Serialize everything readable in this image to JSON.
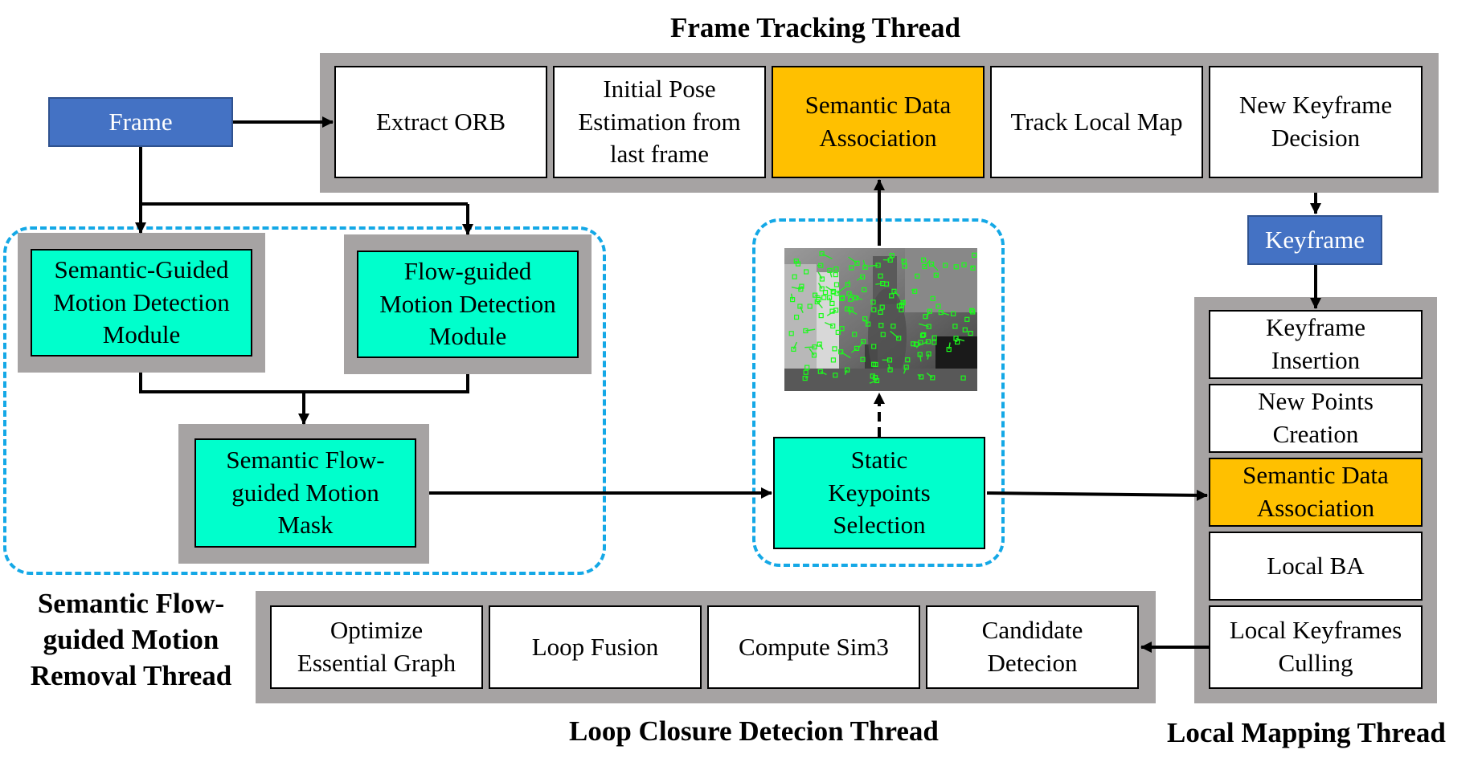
{
  "threads": {
    "frame_tracking": "Frame Tracking Thread",
    "motion_removal": "Semantic Flow-guided Motion Removal Thread",
    "loop_closure": "Loop Closure Detecion Thread",
    "local_mapping": "Local Mapping Thread"
  },
  "nodes": {
    "frame": "Frame",
    "keyframe": "Keyframe",
    "tracking": [
      "Extract ORB",
      "Initial Pose Estimation from last frame",
      "Semantic Data Association",
      "Track Local Map",
      "New Keyframe Decision"
    ],
    "semantic_guided": "Semantic-Guided Motion Detection Module",
    "flow_guided": "Flow-guided Motion Detection Module",
    "motion_mask": "Semantic Flow-guided Motion Mask",
    "static_keypoints": "Static Keypoints Selection",
    "mapping": [
      "Keyframe Insertion",
      "New Points Creation",
      "Semantic Data Association",
      "Local BA",
      "Local Keyframes Culling"
    ],
    "loop": [
      "Optimize Essential Graph",
      "Loop Fusion",
      "Compute Sim3",
      "Candidate Detecion"
    ]
  },
  "colors": {
    "frame_box": "#4472c4",
    "module_box": "#00ffcc",
    "semantic_box": "#ffc000",
    "thread_panel": "#a6a3a3",
    "dashed_group": "#14a8e6"
  }
}
